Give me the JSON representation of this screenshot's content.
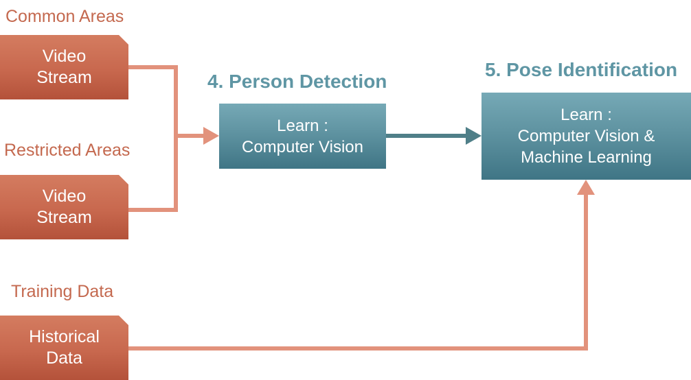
{
  "sources": {
    "common": {
      "label": "Common Areas",
      "box_line1": "Video",
      "box_line2": "Stream"
    },
    "restricted": {
      "label": "Restricted Areas",
      "box_line1": "Video",
      "box_line2": "Stream"
    },
    "training": {
      "label": "Training Data",
      "box_line1": "Historical",
      "box_line2": "Data"
    }
  },
  "steps": {
    "person_detection": {
      "title": "4. Person Detection",
      "line1": "Learn :",
      "line2": "Computer Vision"
    },
    "pose_identification": {
      "title": "5. Pose Identification",
      "line1": "Learn :",
      "line2": "Computer Vision &",
      "line3": "Machine Learning"
    }
  },
  "colors": {
    "source": "#c8684e",
    "source_arrow": "#e2927c",
    "step": "#5f93a1",
    "step_arrow": "#4f7f88",
    "heading": "#5f96a4"
  }
}
